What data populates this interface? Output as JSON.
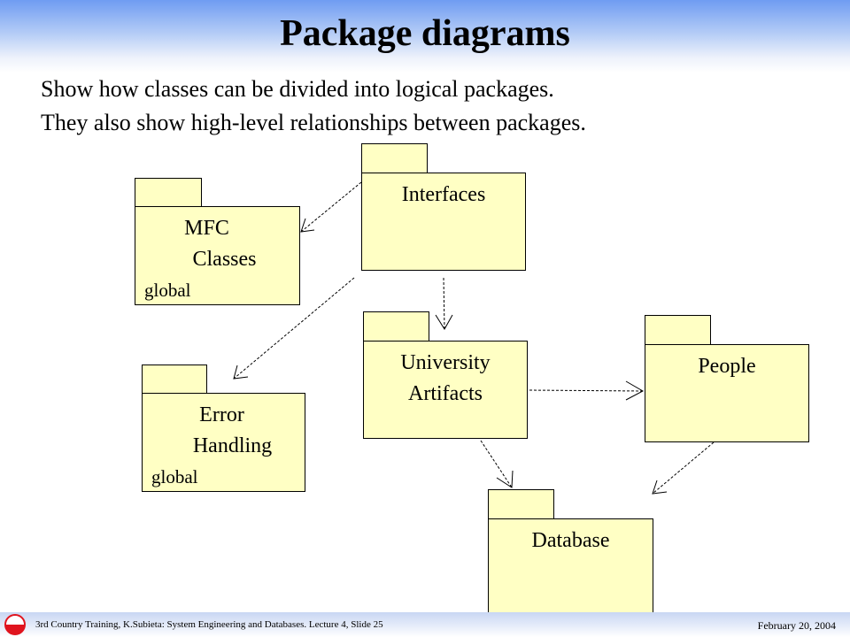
{
  "slide": {
    "title": "Package diagrams",
    "lines": [
      "Show how classes can be divided into logical packages.",
      "They also show high-level relationships between packages."
    ]
  },
  "packages": {
    "interfaces": {
      "name": "Interfaces"
    },
    "mfc": {
      "name_line1": "MFC",
      "name_line2": "Classes",
      "stereotype": "global"
    },
    "error": {
      "name_line1": "Error",
      "name_line2": "Handling",
      "stereotype": "global"
    },
    "university": {
      "name_line1": "University",
      "name_line2": "Artifacts"
    },
    "people": {
      "name": "People"
    },
    "database": {
      "name": "Database"
    }
  },
  "dependencies": [
    {
      "from": "Interfaces",
      "to": "MFC Classes"
    },
    {
      "from": "Interfaces",
      "to": "Error Handling"
    },
    {
      "from": "Interfaces",
      "to": "University Artifacts"
    },
    {
      "from": "University Artifacts",
      "to": "People"
    },
    {
      "from": "University Artifacts",
      "to": "Database"
    },
    {
      "from": "People",
      "to": "Database"
    }
  ],
  "footer": {
    "left": "3rd Country Training, K.Subieta: System Engineering and Databases. Lecture 4, Slide 25",
    "right": "February 20, 2004"
  },
  "colors": {
    "package_fill": "#ffffc4",
    "header_gradient_top": "#6f9cf2",
    "logo_red": "#e0141e"
  }
}
